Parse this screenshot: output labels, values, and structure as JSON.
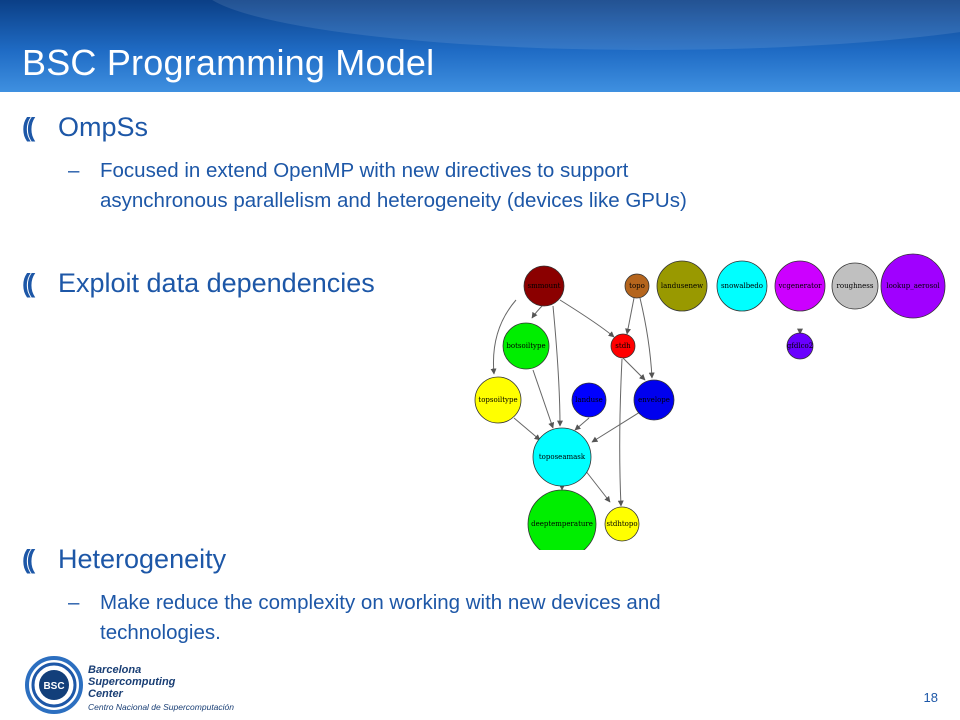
{
  "slide": {
    "title": "BSC Programming Model",
    "page_number": "18"
  },
  "bullets": [
    {
      "mark": "((",
      "text": "OmpSs",
      "sub": [
        "Focused in extend OpenMP with new directives to support",
        "asynchronous parallelism and heterogeneity (devices like GPUs)"
      ]
    },
    {
      "mark": "((",
      "text": "Exploit data dependencies"
    },
    {
      "mark": "((",
      "text": "Heterogeneity",
      "sub": [
        "Make reduce the complexity on working with new devices and",
        "technologies."
      ]
    }
  ],
  "sub_dash": "–",
  "graph": {
    "nodes": [
      "smmount",
      "topo",
      "landusenew",
      "snowalbedo",
      "vcgenerator",
      "roughness",
      "lookup_aerosol",
      "botsoiltype",
      "stdh",
      "gfdlco2",
      "topsoiltype",
      "landuse",
      "envelope",
      "toposeamask",
      "deeptemperature",
      "stdhtopo"
    ],
    "colors": {
      "smmount": "#8b0000",
      "topo": "#b5651d",
      "landusenew": "#999900",
      "snowalbedo": "#00ffff",
      "vcgenerator": "#cc00ff",
      "roughness": "#c0c0c0",
      "lookup_aerosol": "#a000ff",
      "botsoiltype": "#00ee00",
      "stdh": "#ff0000",
      "gfdlco2": "#6a00ff",
      "topsoiltype": "#ffff00",
      "landuse": "#0000ff",
      "envelope": "#0000ee",
      "toposeamask": "#00ffff",
      "deeptemperature": "#00ee00",
      "stdhtopo": "#ffff00"
    }
  },
  "logo": {
    "initials": "BSC",
    "line1": "Barcelona",
    "line2": "Supercomputing",
    "line3": "Center",
    "line4": "Centro Nacional de Supercomputación"
  }
}
